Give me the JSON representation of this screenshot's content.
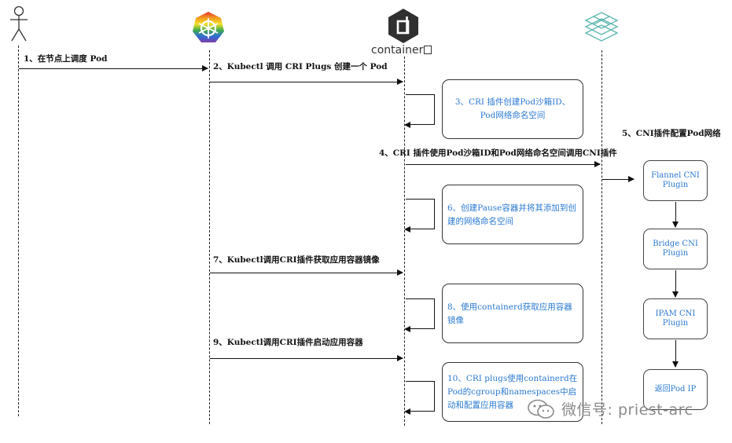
{
  "participants": {
    "containerd_label": "container"
  },
  "messages": {
    "m1": "1、在节点上调度 Pod",
    "m2": "2、Kubectl 调用 CRI Plugs 创建一个 Pod",
    "m4": "4、CRI 插件使用Pod沙箱ID和Pod网络命名空间调用CNI插件",
    "m5": "5、CNI插件配置Pod网络",
    "m7": "7、Kubectl调用CRI插件获取应用容器镜像",
    "m9": "9、Kubectl调用CRI插件启动应用容器"
  },
  "notes": {
    "n3": "3、CRI 插件创建Pod沙箱ID、 Pod网络命名空间",
    "n6": "6、创建Pause容器并将其添加到创建的网络命名空间",
    "n8": "8、使用containerd获取应用容器镜像",
    "n10": "10、CRI plugs使用containerd在Pod的cgroup和namespaces中启动和配置应用容器"
  },
  "plugins": {
    "p1": "Flannel CNI Plugin",
    "p2": "Bridge CNI Plugin",
    "p3": "IPAM CNI Plugin",
    "p4": "返回Pod IP"
  },
  "watermark": "微信号: priest-arc",
  "colors": {
    "note_text": "#2b7ad1",
    "line": "#111111",
    "cni_icon": "#5fb8b0"
  }
}
